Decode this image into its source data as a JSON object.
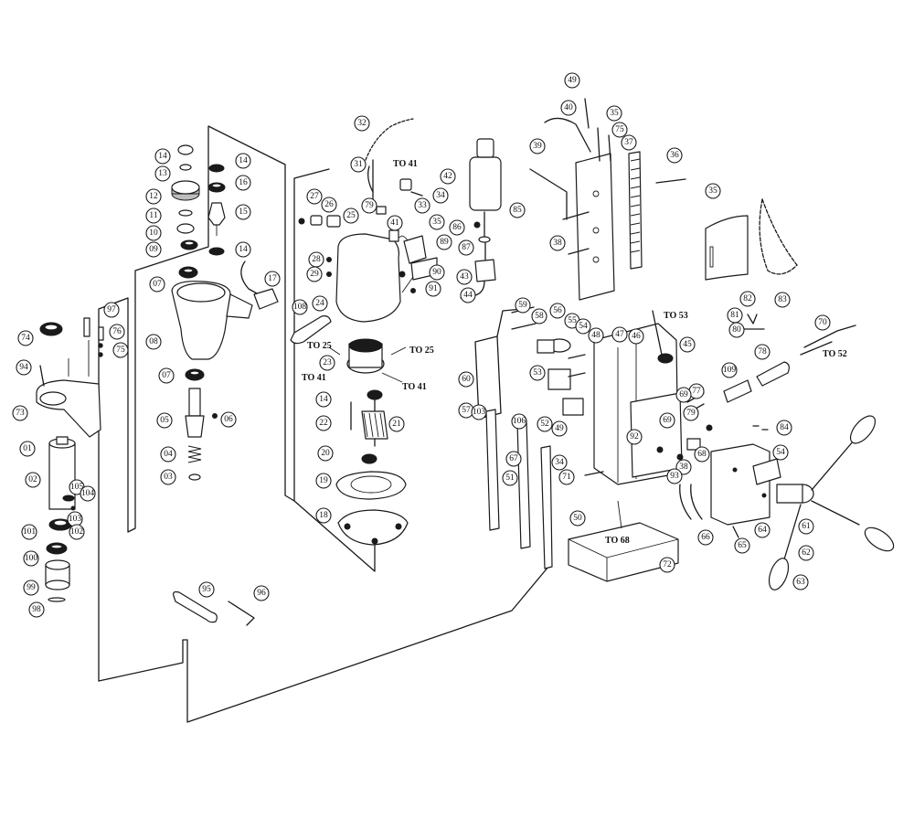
{
  "part_numbers": [
    "14",
    "13",
    "12",
    "11",
    "10",
    "09",
    "07",
    "08",
    "07",
    "06",
    "05",
    "04",
    "03",
    "14",
    "16",
    "15",
    "14",
    "17",
    "74",
    "94",
    "73",
    "01",
    "02",
    "105",
    "104",
    "103",
    "101",
    "102",
    "100",
    "99",
    "98",
    "97",
    "76",
    "75",
    "95",
    "96",
    "32",
    "31",
    "27",
    "26",
    "25",
    "79",
    "41",
    "35",
    "89",
    "28",
    "29",
    "24",
    "90",
    "91",
    "108",
    "23",
    "14",
    "22",
    "21",
    "20",
    "19",
    "18",
    "42",
    "33",
    "34",
    "86",
    "85",
    "87",
    "43",
    "44",
    "49",
    "40",
    "35",
    "75",
    "39",
    "37",
    "36",
    "35",
    "38",
    "59",
    "58",
    "56",
    "55",
    "54",
    "48",
    "47",
    "46",
    "45",
    "60",
    "57",
    "103",
    "106",
    "53",
    "52",
    "49",
    "34",
    "67",
    "51",
    "50",
    "71",
    "72",
    "82",
    "83",
    "81",
    "80",
    "78",
    "109",
    "70",
    "77",
    "69",
    "79",
    "69",
    "92",
    "38",
    "68",
    "93",
    "54",
    "65",
    "64",
    "66",
    "61",
    "62",
    "63",
    "84"
  ],
  "annotations": {
    "to41_top": "TO 41",
    "to25_left": "TO 25",
    "to25_right": "TO 25",
    "to41_left": "TO 41",
    "to41_right": "TO 41",
    "to53": "TO 53",
    "to52": "TO 52",
    "to68": "TO 68"
  },
  "colors": {
    "ink": "#1a1a1a",
    "paper": "#ffffff"
  }
}
